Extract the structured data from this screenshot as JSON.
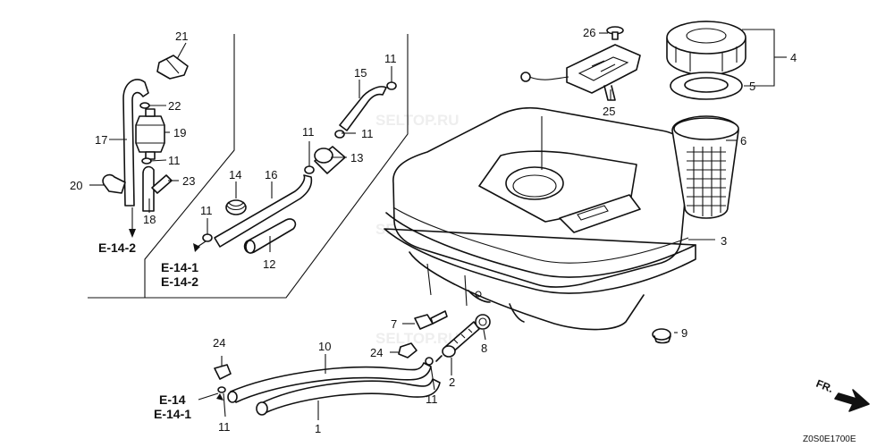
{
  "callouts": {
    "c1": "1",
    "c2": "2",
    "c3": "3",
    "c4": "4",
    "c5": "5",
    "c6": "6",
    "c7": "7",
    "c8": "8",
    "c9": "9",
    "c10": "10",
    "c11a": "11",
    "c11b": "11",
    "c11c": "11",
    "c11d": "11",
    "c11e": "11",
    "c11f": "11",
    "c11g": "11",
    "c12": "12",
    "c13": "13",
    "c14": "14",
    "c15": "15",
    "c16": "16",
    "c17": "17",
    "c18": "18",
    "c19": "19",
    "c20": "20",
    "c21": "21",
    "c22": "22",
    "c23": "23",
    "c24a": "24",
    "c24b": "24",
    "c25": "25",
    "c26": "26"
  },
  "references": {
    "r1": "E-14-2",
    "r2": "E-14-1",
    "r3": "E-14-2",
    "r4": "E-14",
    "r5": "E-14-1"
  },
  "watermarks": {
    "w1": "SELTOP.RU",
    "w2": "SELTOP.RU",
    "w3": "SELTOP.RU"
  },
  "direction_label": "FR.",
  "drawing_code": "Z0S0E1700E"
}
